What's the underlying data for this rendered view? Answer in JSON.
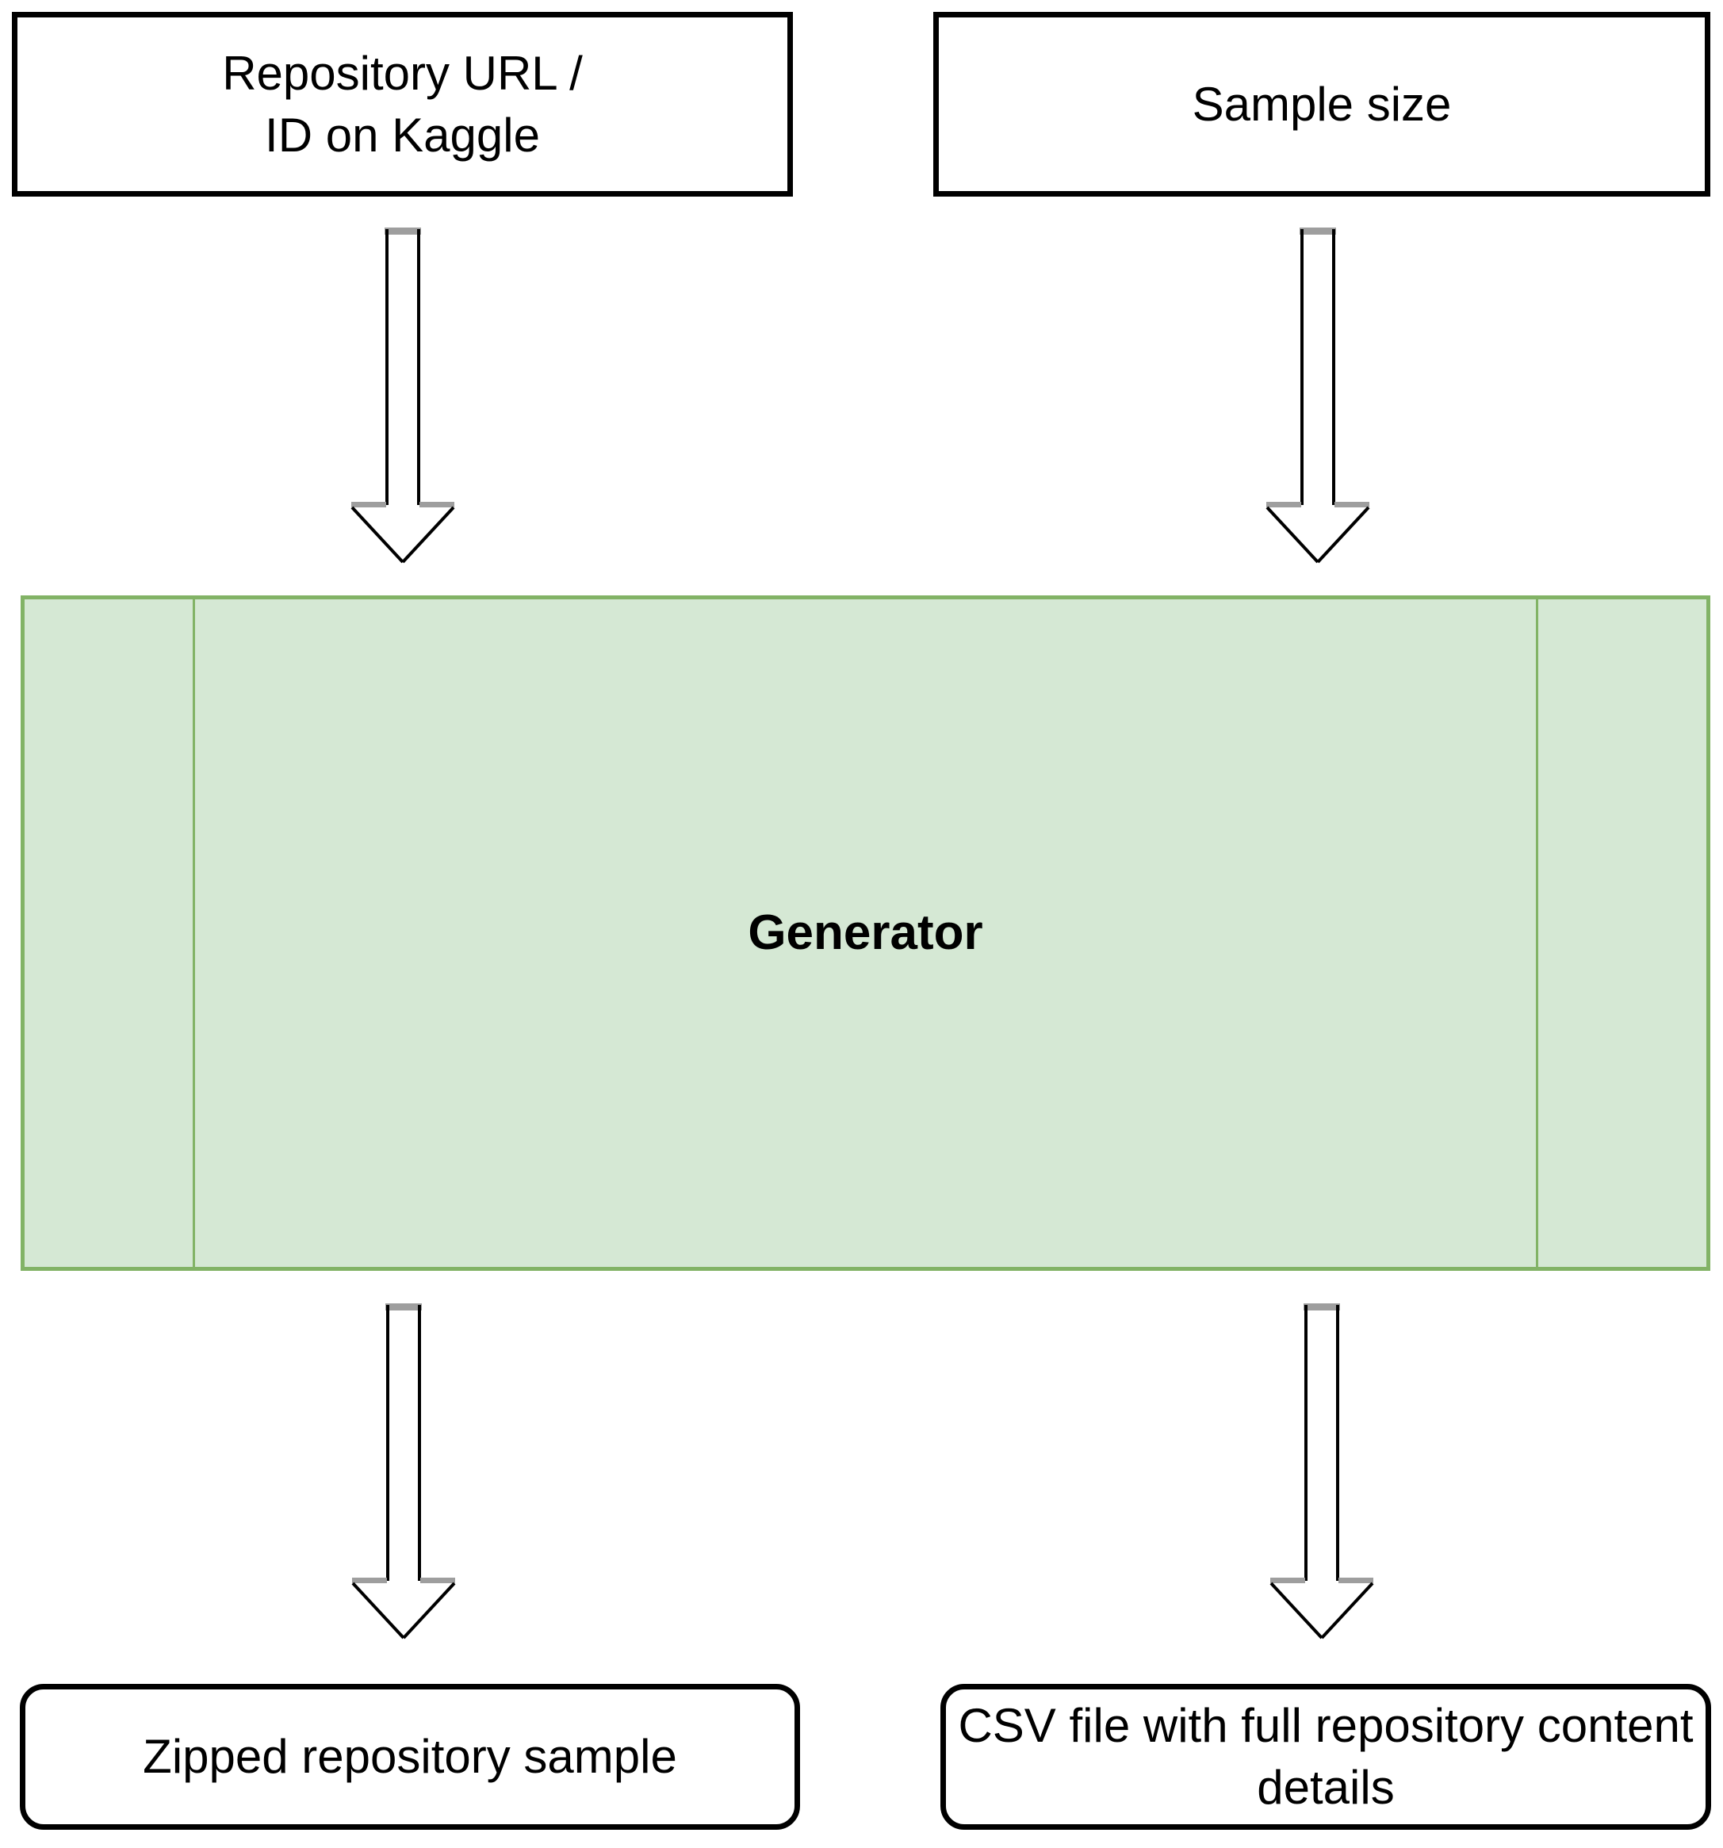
{
  "diagram": {
    "nodes": {
      "input_repo": {
        "label": "Repository URL /\nID on Kaggle"
      },
      "input_sample": {
        "label": "Sample size"
      },
      "generator": {
        "label": "Generator"
      },
      "output_zip": {
        "label": "Zipped repository sample"
      },
      "output_csv": {
        "label": "CSV file with full repository content\ndetails"
      }
    },
    "connections": [
      {
        "from": "input_repo",
        "to": "generator",
        "direction": "down"
      },
      {
        "from": "input_sample",
        "to": "generator",
        "direction": "down"
      },
      {
        "from": "generator",
        "to": "output_zip",
        "direction": "down"
      },
      {
        "from": "generator",
        "to": "output_csv",
        "direction": "down"
      }
    ],
    "colors": {
      "background": "#ffffff",
      "node_fill": "#ffffff",
      "node_stroke": "#000000",
      "generator_fill": "#d5e8d4",
      "generator_stroke": "#82b366",
      "arrow_stroke": "#000000",
      "arrow_cap_gray": "#9e9e9e",
      "text": "#000000"
    }
  }
}
